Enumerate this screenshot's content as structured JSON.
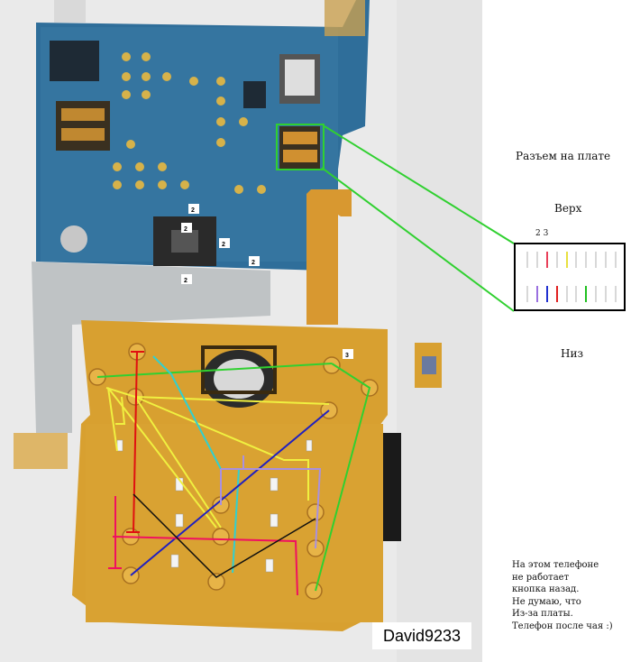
{
  "labels": {
    "connector_title": "Разъем на плате",
    "top": "Верх",
    "bottom": "Низ",
    "pin_numbers": "2 3"
  },
  "connector": {
    "top_row_colors": [
      "#d8d8d8",
      "#d8d8d8",
      "#e8405a",
      "#d8d8d8",
      "#e8e040",
      "#d8d8d8",
      "#d8d8d8",
      "#d8d8d8",
      "#d8d8d8",
      "#d8d8d8"
    ],
    "bottom_row_colors": [
      "#d8d8d8",
      "#9a70e0",
      "#2030d0",
      "#e02020",
      "#d8d8d8",
      "#d8d8d8",
      "#20c020",
      "#d8d8d8",
      "#d8d8d8",
      "#d8d8d8"
    ]
  },
  "board_tags": [
    "2",
    "2",
    "2",
    "2",
    "2",
    "3"
  ],
  "note_lines": [
    "На этом телефоне",
    "не работает",
    "кнопка назад.",
    "Не думаю, что",
    "Из-за платы.",
    "Телефон после чая :)"
  ],
  "watermark": "David9233",
  "colors": {
    "board_blue": "#2a6a96",
    "flex_orange": "#d8a030",
    "trace_green": "#30d030",
    "trace_yellow": "#f0f040",
    "trace_red": "#e01010",
    "trace_cyan": "#30d0d0",
    "trace_blue": "#2020c0",
    "trace_lilac": "#a890e0",
    "trace_magenta": "#f01060",
    "trace_black": "#101010"
  }
}
